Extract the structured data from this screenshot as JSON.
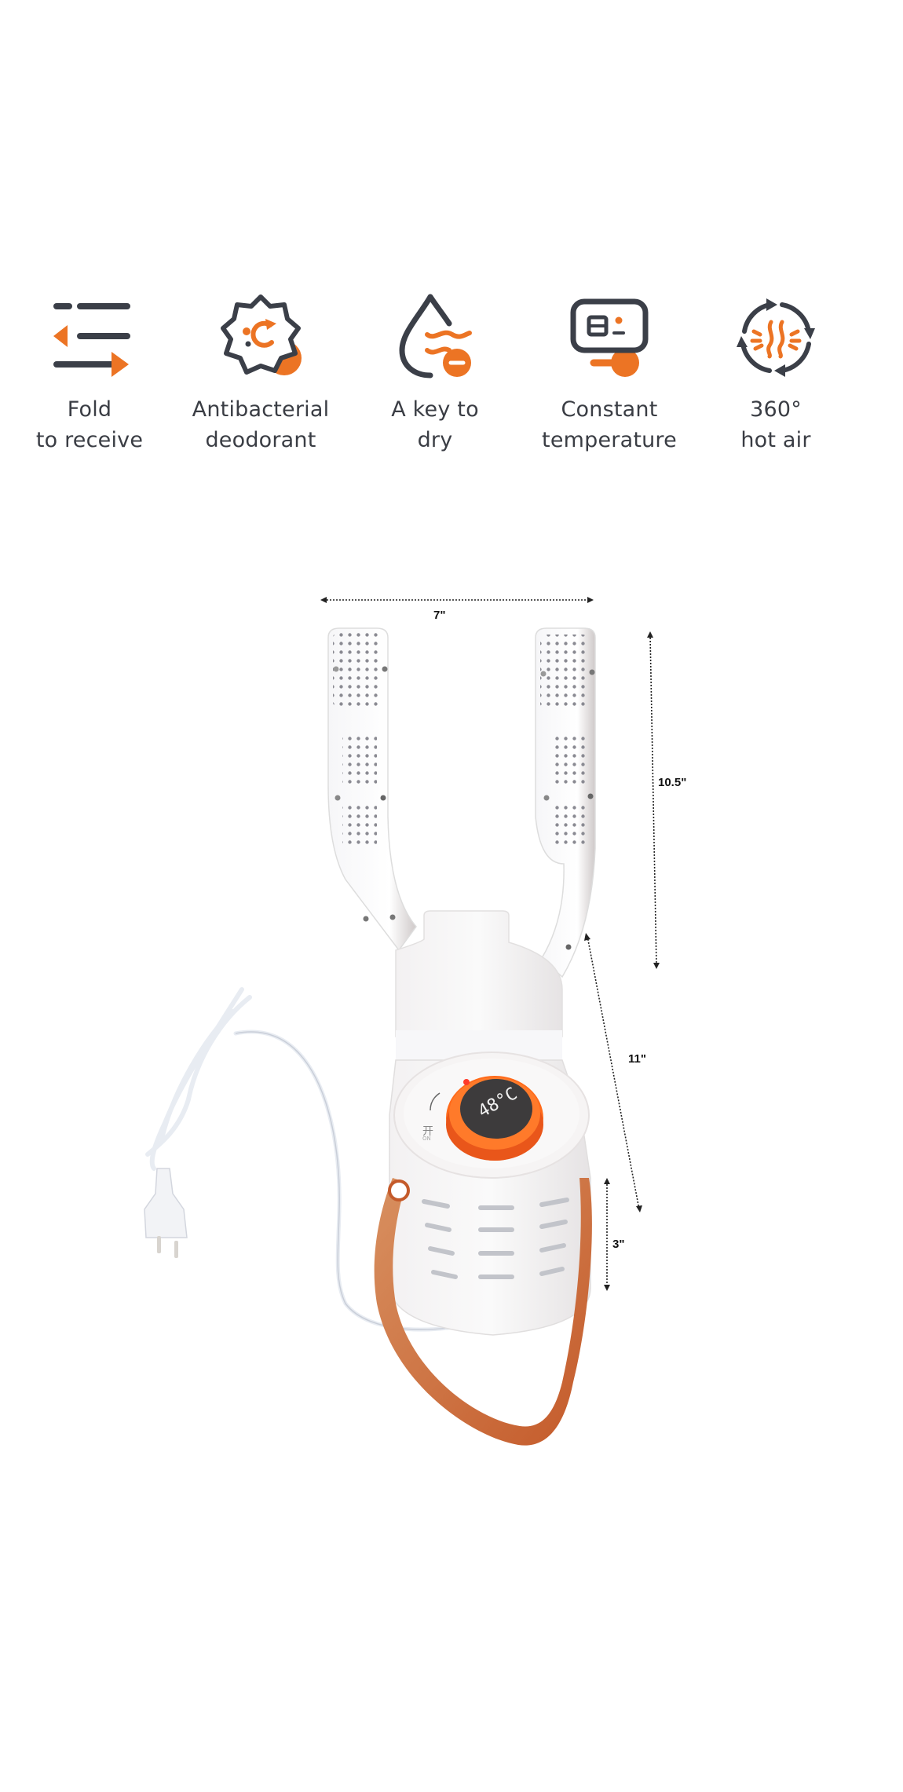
{
  "colors": {
    "icon_dark": "#3b3f48",
    "accent_orange": "#ec7424",
    "text": "#3a3d44",
    "background": "#ffffff",
    "knob_orange": "#ff6a1a",
    "strap_brown": "#c8683a",
    "display_dark": "#3d3b3c"
  },
  "features": [
    {
      "icon": "fold-arrows-icon",
      "line1": "Fold",
      "line2": "to receive"
    },
    {
      "icon": "antibacterial-badge-icon",
      "line1": "Antibacterial",
      "line2": "deodorant"
    },
    {
      "icon": "water-drop-dry-icon",
      "line1": "A key to",
      "line2": "dry"
    },
    {
      "icon": "thermostat-display-icon",
      "line1": "Constant",
      "line2": "temperature"
    },
    {
      "icon": "circular-hot-air-icon",
      "line1": "360°",
      "line2": "hot air"
    }
  ],
  "product": {
    "name": "shoe-dryer",
    "display_reading": "48°C",
    "knob_label_cn": "开",
    "knob_label_en": "ON",
    "dimensions": {
      "width": "7\"",
      "arm_height": "10.5\"",
      "total_length": "11\"",
      "base_height": "3\""
    }
  }
}
